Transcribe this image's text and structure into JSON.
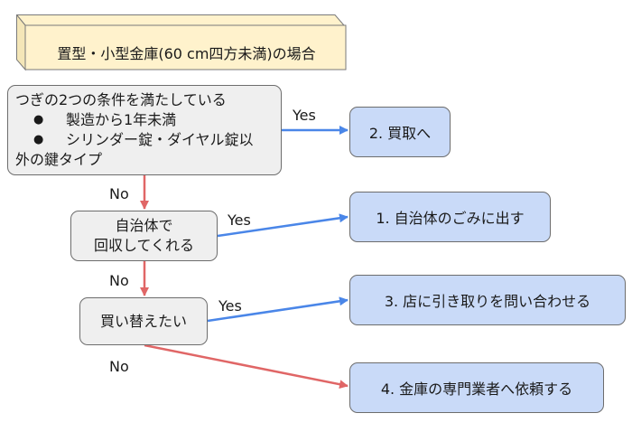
{
  "title": "置型・小型金庫(60 cm四方未満)の場合",
  "condition": {
    "intro": "つぎの2つの条件を満たしている",
    "bullet_symbol": "●",
    "items": [
      {
        "line1": "製造から1年未満",
        "line2": ""
      },
      {
        "line1": "シリンダー錠・ダイヤル錠以",
        "line2": "外の鍵タイプ"
      }
    ]
  },
  "local_question": {
    "line1": "自治体で",
    "line2": "回収してくれる"
  },
  "rebuy_question": "買い替えたい",
  "outcomes": {
    "buyback": "2. 買取へ",
    "municipal": "1. 自治体のごみに出す",
    "store": "3. 店に引き取りを問い合わせる",
    "specialist": "4. 金庫の専門業者へ依頼する"
  },
  "edge_labels": {
    "yes": "Yes",
    "no": "No"
  },
  "colors": {
    "yes_arrow": "#4a86e8",
    "no_arrow": "#e06666",
    "title_fill": "#fff2cc",
    "question_fill": "#efefef",
    "outcome_fill": "#c9daf8"
  }
}
